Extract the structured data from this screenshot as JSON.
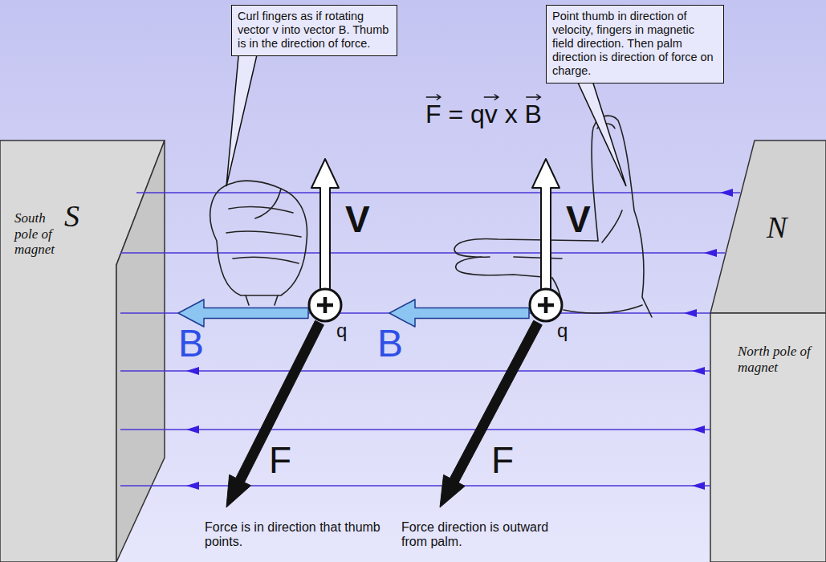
{
  "diagram": {
    "title": "F = qv x B",
    "nodes": [
      {
        "text": [
          "Curl fingers as if rotating vector v into vector B. Thumb is in the direction of force."
        ]
      },
      {
        "text": [
          "Point thumb in direction of velocity, fingers in magnetic field direction. Then palm direction is direction of force on charge."
        ]
      },
      {
        "text": [
          "S",
          "South pole of magnet"
        ]
      },
      {
        "text": [
          "N",
          "North pole of magnet"
        ]
      }
    ],
    "labels": [
      "V",
      "V",
      "B",
      "B",
      "q",
      "q",
      "F",
      "F",
      "Force is in direction that thumb points.",
      "Force direction is outward from palm."
    ]
  }
}
